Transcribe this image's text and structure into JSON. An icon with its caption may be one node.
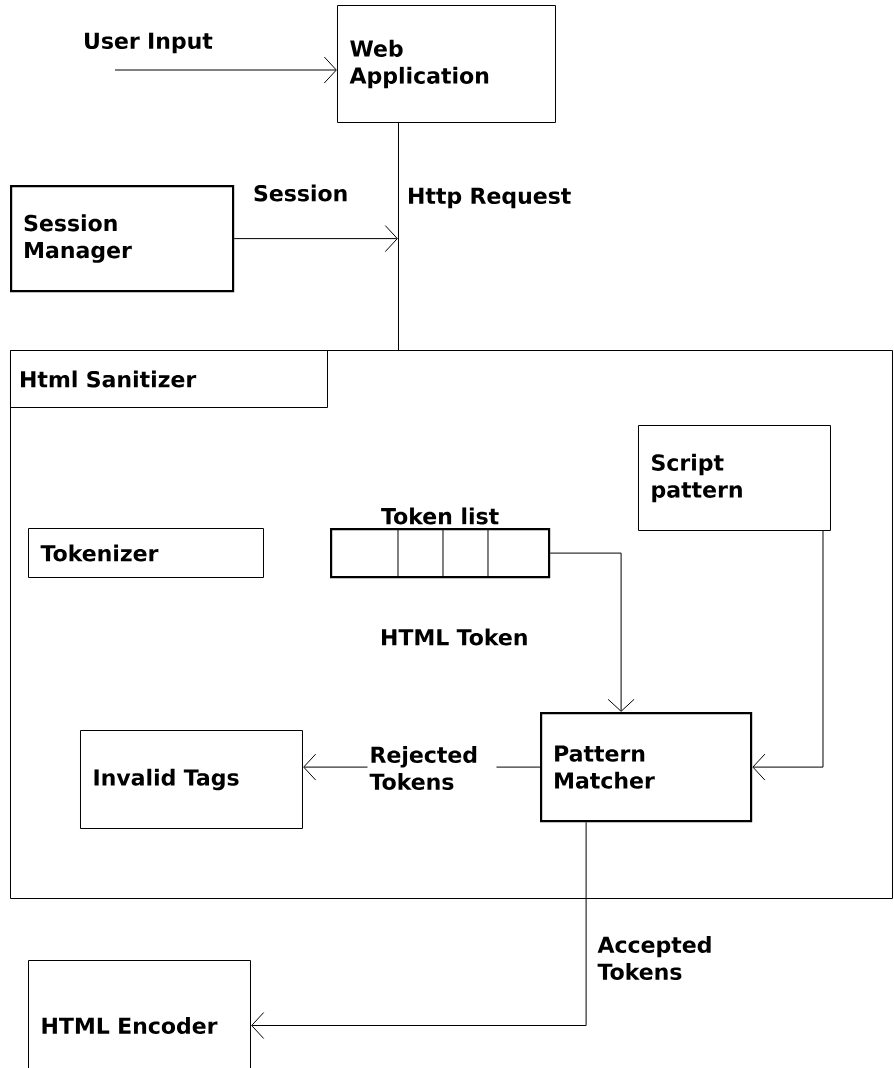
{
  "diagram": {
    "nodes": [
      {
        "text": [
          "Web Application"
        ]
      },
      {
        "text": [
          "Session Manager"
        ]
      },
      {
        "text": [
          "Html Sanitizer"
        ]
      },
      {
        "text": [
          "Tokenizer"
        ],
        "in": 2
      },
      {
        "text": [
          "Token list"
        ],
        "in": 2
      },
      {
        "text": [
          "Script pattern"
        ],
        "in": 2
      },
      {
        "text": [
          "Pattern Matcher"
        ],
        "in": 2
      },
      {
        "text": [
          "Invalid Tags"
        ],
        "in": 2
      },
      {
        "text": [
          "HTML Encoder"
        ]
      }
    ],
    "edges": [
      {
        "from": null,
        "to": 0,
        "arrow": "to",
        "label": "User Input"
      },
      {
        "from": 0,
        "to": 2,
        "arrow": "none",
        "label": "Http Request"
      },
      {
        "from": 1,
        "to": null,
        "arrow": "to",
        "label": "Session"
      },
      {
        "from": 4,
        "to": 6,
        "arrow": "to",
        "label": "HTML Token"
      },
      {
        "from": 5,
        "to": 6,
        "arrow": "to"
      },
      {
        "from": 6,
        "to": 7,
        "arrow": "to",
        "label": "Rejected Tokens"
      },
      {
        "from": 6,
        "to": 8,
        "arrow": "to",
        "label": "Accepted Tokens"
      }
    ]
  }
}
